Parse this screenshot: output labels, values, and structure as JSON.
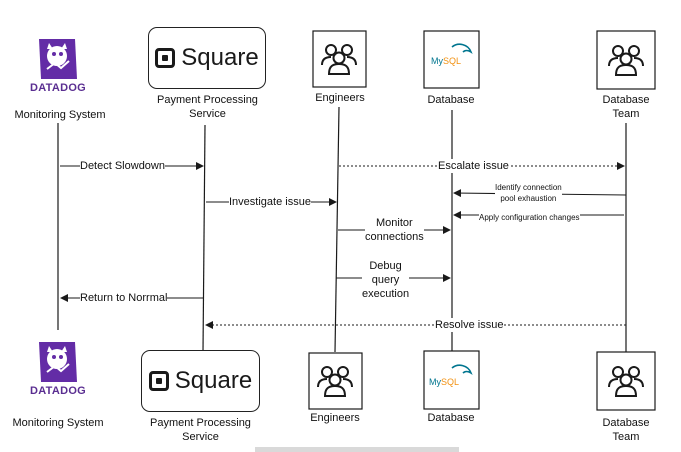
{
  "participants": {
    "monitoring": {
      "name": "Monitoring System",
      "logo_text": "DATADOG"
    },
    "payment": {
      "name_line1": "Payment Processing",
      "name_line2": "Service",
      "logo_text": "Square"
    },
    "engineers": {
      "name": "Engineers"
    },
    "database": {
      "name": "Database",
      "logo_text_my": "My",
      "logo_text_sql": "SQL"
    },
    "dbteam": {
      "name_line1": "Database",
      "name_line2": "Team"
    }
  },
  "messages": {
    "detect_slowdown": "Detect Slowdown",
    "escalate_issue": "Escalate issue",
    "identify_line1": "Identify connection",
    "identify_line2": "pool exhaustion",
    "investigate_issue": "Investigate issue",
    "apply_config": "Apply configuration changes",
    "monitor_line1": "Monitor",
    "monitor_line2": "connections",
    "debug_line1": "Debug",
    "debug_line2": "query",
    "debug_line3": "execution",
    "return_normal": "Return to Norrmal",
    "resolve_issue": "Resolve issue"
  },
  "colors": {
    "datadog_purple": "#632ca6",
    "mysql_blue": "#00758f",
    "mysql_orange": "#f29111",
    "line": "#1a1a1a"
  },
  "icons": [
    "datadog-logo",
    "square-logo",
    "users-icon",
    "mysql-logo"
  ]
}
